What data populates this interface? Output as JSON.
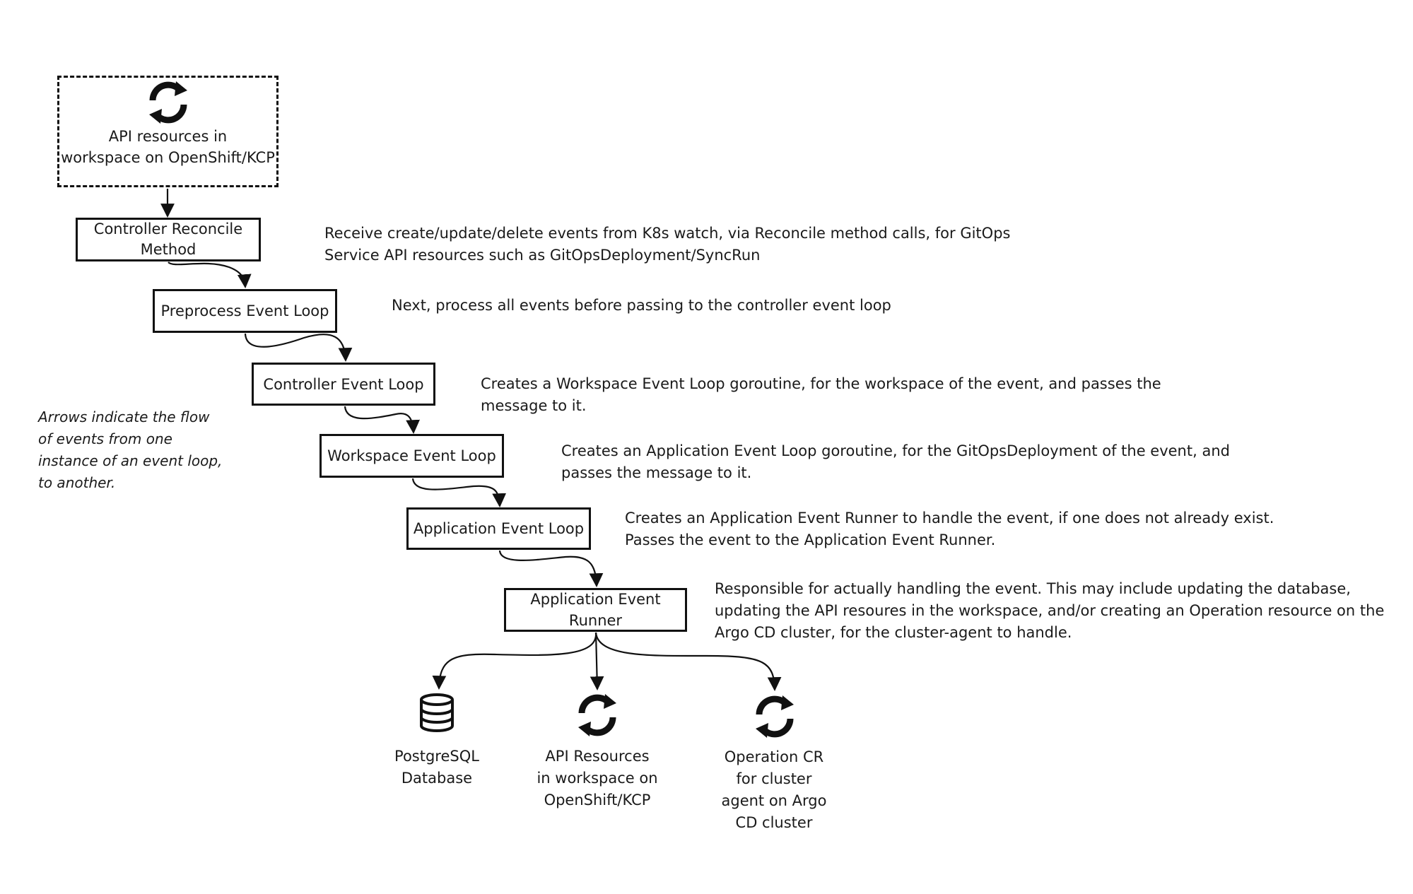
{
  "source": {
    "icon": "sync-icon",
    "label": "API resources in\nworkspace on OpenShift/KCP"
  },
  "nodes": {
    "controller_reconcile": "Controller Reconcile\nMethod",
    "preprocess": "Preprocess Event Loop",
    "controller_event_loop": "Controller Event Loop",
    "workspace_event_loop": "Workspace Event Loop",
    "application_event_loop": "Application Event Loop",
    "application_event_runner": "Application Event Runner"
  },
  "descriptions": {
    "controller_reconcile": "Receive create/update/delete events from K8s watch, via Reconcile method calls, for GitOps\nService API resources such as GitOpsDeployment/SyncRun",
    "preprocess": "Next, process all events before passing to the controller event loop",
    "controller_event_loop": "Creates a Workspace Event Loop goroutine, for the workspace of the event, and passes the\nmessage to it.",
    "workspace_event_loop": "Creates an Application Event Loop goroutine, for the GitOpsDeployment of the event, and\npasses the message to it.",
    "application_event_loop": "Creates an Application Event Runner to handle the event, if one does not already exist.\nPasses the event to the Application Event Runner.",
    "application_event_runner": "Responsible for actually handling the event. This may include updating the database,\nupdating the API resoures in the workspace, and/or creating an Operation resource on the\nArgo CD cluster, for the cluster-agent to handle."
  },
  "note": "Arrows indicate the flow\nof events from one\ninstance of an event loop,\nto another.",
  "outputs": [
    {
      "icon": "database-icon",
      "label": "PostgreSQL\nDatabase"
    },
    {
      "icon": "sync-icon",
      "label": "API Resources\nin workspace on\nOpenShift/KCP"
    },
    {
      "icon": "sync-icon",
      "label": "Operation CR\nfor cluster\nagent on Argo\nCD cluster"
    }
  ],
  "colors": {
    "stroke": "#111111",
    "text": "#1a1a1a",
    "background": "#ffffff"
  }
}
